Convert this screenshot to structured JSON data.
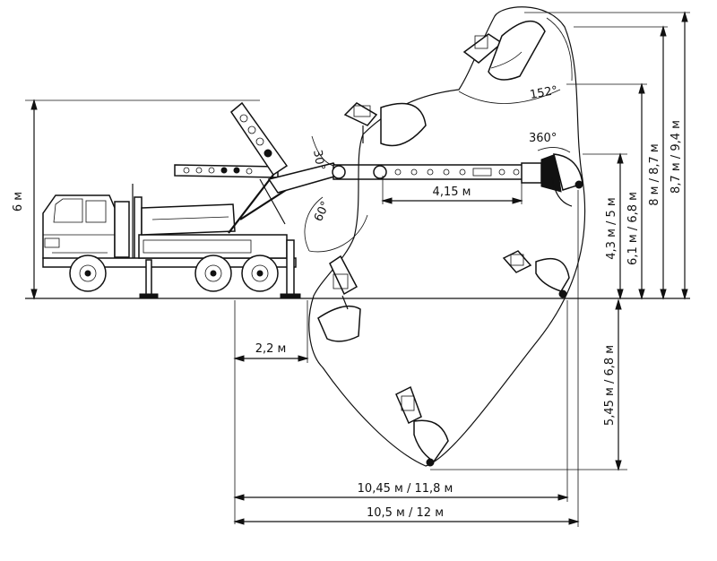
{
  "labels": {
    "height_total": "6 м",
    "boom_extension": "4,15 м",
    "reach_near": "2,2 м",
    "reach_horizontal_a": "10,45 м / 11,8 м",
    "reach_horizontal_b": "10,5 м / 12 м",
    "height_a": "4,3 м / 5 м",
    "height_b": "6,1 м / 6,8 м",
    "height_c": "8 м / 8,7 м",
    "height_d": "8,7 м / 9,4 м",
    "depth": "5,45 м / 6,8 м",
    "angle_top": "152°",
    "angle_rotate": "360°",
    "angle_30": "30°",
    "angle_60": "60°"
  },
  "colors": {
    "ink": "#111111",
    "paper": "#ffffff"
  }
}
